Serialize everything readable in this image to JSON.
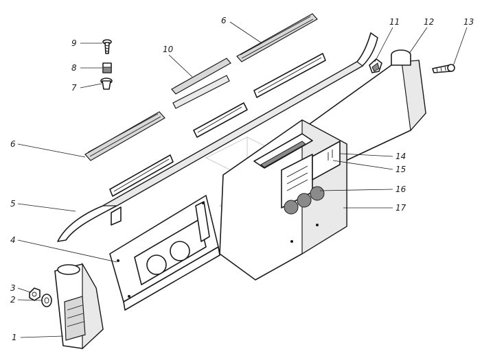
{
  "callouts": [
    {
      "id": "c1",
      "label": "1"
    },
    {
      "id": "c2",
      "label": "2"
    },
    {
      "id": "c3",
      "label": "3"
    },
    {
      "id": "c4",
      "label": "4"
    },
    {
      "id": "c5",
      "label": "5"
    },
    {
      "id": "c6a",
      "label": "6"
    },
    {
      "id": "c6b",
      "label": "6"
    },
    {
      "id": "c7",
      "label": "7"
    },
    {
      "id": "c8",
      "label": "8"
    },
    {
      "id": "c9",
      "label": "9"
    },
    {
      "id": "c10",
      "label": "10"
    },
    {
      "id": "c11",
      "label": "11"
    },
    {
      "id": "c12",
      "label": "12"
    },
    {
      "id": "c13",
      "label": "13"
    },
    {
      "id": "c14",
      "label": "14"
    },
    {
      "id": "c15",
      "label": "15"
    },
    {
      "id": "c16",
      "label": "16"
    },
    {
      "id": "c17",
      "label": "17"
    }
  ]
}
